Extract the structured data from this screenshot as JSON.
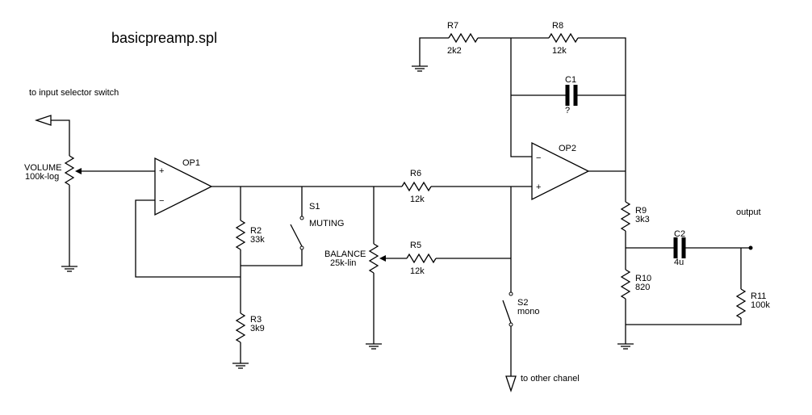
{
  "title": "basicpreamp.spl",
  "labels": {
    "input": "to input selector switch",
    "output": "output",
    "other": "to other chanel"
  },
  "components": {
    "volume": {
      "ref": "VOLUME",
      "value": "100k-log"
    },
    "op1": {
      "ref": "OP1"
    },
    "op2": {
      "ref": "OP2"
    },
    "r2": {
      "ref": "R2",
      "value": "33k"
    },
    "r3": {
      "ref": "R3",
      "value": "3k9"
    },
    "s1": {
      "ref": "S1",
      "value": "MUTING"
    },
    "balance": {
      "ref": "BALANCE",
      "value": "25k-lin"
    },
    "r5": {
      "ref": "R5",
      "value": "12k"
    },
    "r6": {
      "ref": "R6",
      "value": "12k"
    },
    "r7": {
      "ref": "R7",
      "value": "2k2"
    },
    "r8": {
      "ref": "R8",
      "value": "12k"
    },
    "c1": {
      "ref": "C1",
      "value": "?"
    },
    "s2": {
      "ref": "S2",
      "value": "mono"
    },
    "r9": {
      "ref": "R9",
      "value": "3k3"
    },
    "r10": {
      "ref": "R10",
      "value": "820"
    },
    "c2": {
      "ref": "C2",
      "value": "4u"
    },
    "r11": {
      "ref": "R11",
      "value": "100k"
    }
  },
  "opamp_pins": {
    "plus": "+",
    "minus": "−"
  }
}
